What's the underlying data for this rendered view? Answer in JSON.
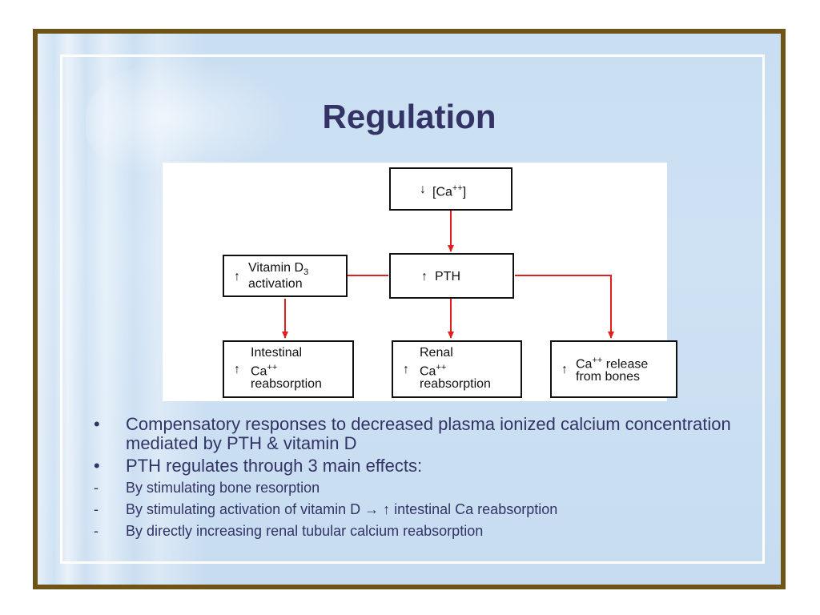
{
  "slide": {
    "title": "Regulation"
  },
  "diagram": {
    "nodes": {
      "ca": {
        "arrow": "↓",
        "text": "[Ca",
        "sup": "++",
        "suffix": "]"
      },
      "pth": {
        "arrow": "↑",
        "text": "PTH"
      },
      "vitd": {
        "arrow": "↑",
        "line1": "Vitamin D",
        "sub": "3",
        "line2": "activation"
      },
      "intestinal": {
        "arrow": "↑",
        "line1": "Intestinal",
        "line2a": "Ca",
        "sup": "++",
        "line3": "reabsorption"
      },
      "renal": {
        "arrow": "↑",
        "line1": "Renal",
        "line2a": "Ca",
        "sup": "++",
        "line3": "reabsorption"
      },
      "bone": {
        "arrow": "↑",
        "line1a": "Ca",
        "sup": "++",
        "line1b": " release",
        "line2": "from bones"
      }
    },
    "connector_color": "#e02020"
  },
  "bullets": {
    "items": [
      {
        "marker": "•",
        "text": "Compensatory responses to decreased plasma ionized calcium concentration mediated by PTH & vitamin D"
      },
      {
        "marker": "•",
        "text": "PTH regulates through 3 main effects:"
      }
    ],
    "subitems": [
      {
        "marker": "-",
        "text": "By stimulating bone resorption"
      },
      {
        "marker": "-",
        "text": "By stimulating activation of vitamin D → ↑ intestinal Ca reabsorption"
      },
      {
        "marker": "-",
        "text": "By directly increasing renal tubular calcium reabsorption"
      }
    ]
  }
}
